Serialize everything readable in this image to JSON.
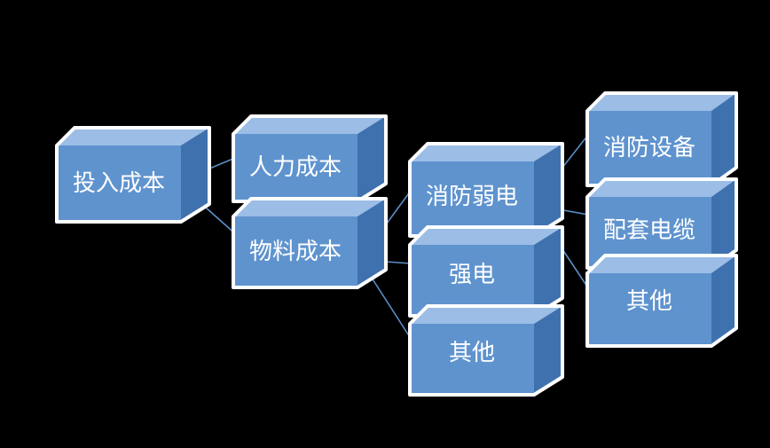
{
  "diagram": {
    "root": {
      "label": "投入成本",
      "children": [
        {
          "label": "人力成本",
          "children": []
        },
        {
          "label": "物料成本",
          "children": [
            {
              "label": "消防弱电",
              "children": [
                {
                  "label": "消防设备"
                },
                {
                  "label": "配套电缆"
                },
                {
                  "label": "其他"
                }
              ]
            },
            {
              "label": "强电",
              "children": []
            },
            {
              "label": "其他",
              "children": []
            }
          ]
        }
      ]
    }
  },
  "colors": {
    "background": "#000000",
    "box_front": "#5f93ce",
    "box_top": "#9bbde6",
    "box_side": "#3f71ae",
    "connector": "#5b8fc9",
    "text": "#ffffff"
  }
}
